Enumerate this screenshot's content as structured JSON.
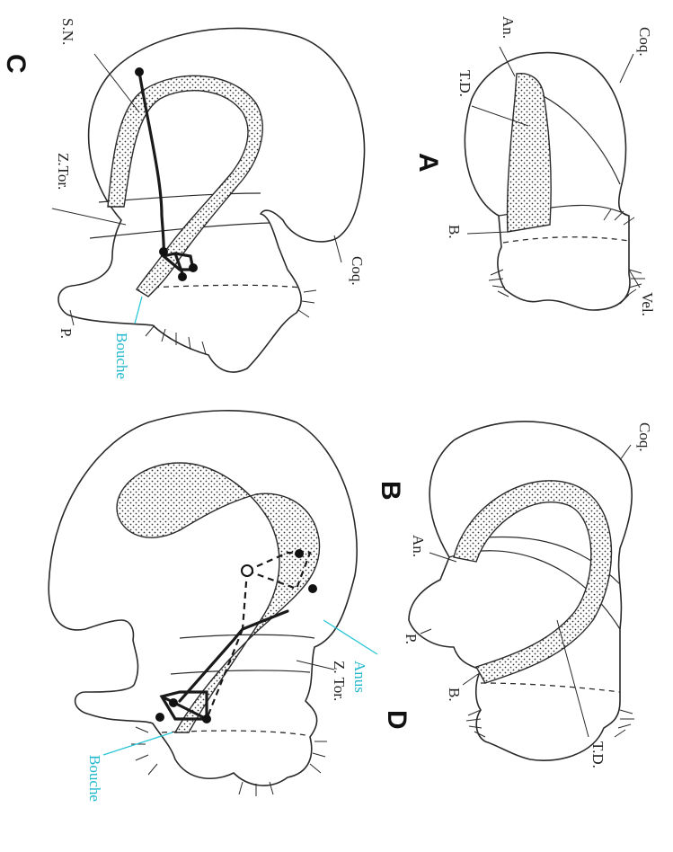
{
  "panels": {
    "a": "A",
    "b": "B",
    "c": "C",
    "d": "D"
  },
  "labels": {
    "a_coq": "Coq.",
    "a_an": "An.",
    "a_td": "T.D.",
    "a_b": "B.",
    "a_vel": "Vel.",
    "b_coq": "Coq.",
    "b_an": "An.",
    "b_p": "P.",
    "b_b": "B.",
    "b_td": "T.D.",
    "c_sn": "S.N.",
    "c_ztor": "Z.Tor.",
    "c_coq": "Coq.",
    "c_p": "P.",
    "c_bouche": "Bouche",
    "d_anus": "Anus",
    "d_ztor": "Z. Tor.",
    "d_bouche": "Bouche"
  },
  "colors": {
    "line": "#2a2a2a",
    "accent": "#2bc6d8",
    "background": "#ffffff"
  }
}
